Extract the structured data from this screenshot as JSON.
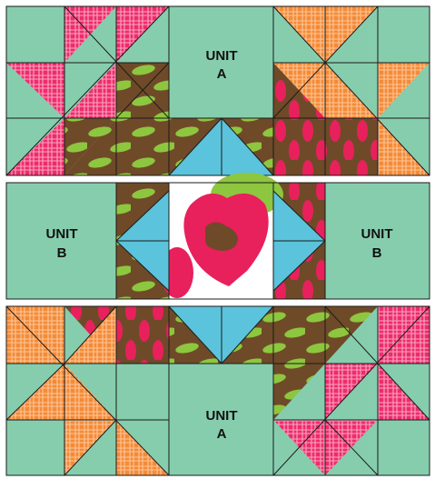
{
  "labels": {
    "unit": "UNIT",
    "a": "A",
    "b": "B"
  },
  "colors": {
    "teal": "#86CDAE",
    "pink": "#EE2C6B",
    "orange": "#F58A36",
    "blue": "#5BC3DB",
    "brown": "#6F4A28",
    "leaf": "#8DC63F",
    "berry": "#E8205C",
    "white": "#FFFFFF",
    "line": "#1b1b1b"
  },
  "panels": [
    "top-row",
    "middle-row",
    "bottom-row"
  ]
}
